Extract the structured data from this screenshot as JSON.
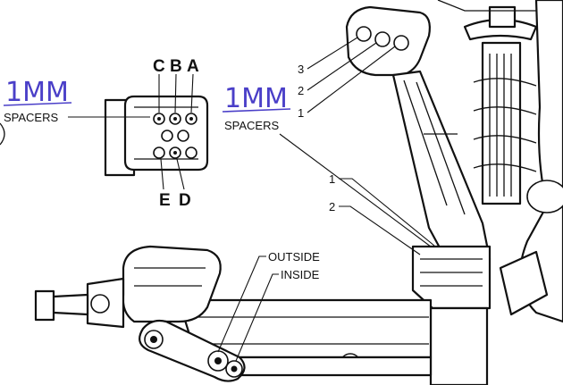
{
  "left_callout": {
    "handwritten_note": "1MM",
    "label": "SPACERS"
  },
  "right_callout": {
    "handwritten_note": "1MM",
    "label": "SPACERS"
  },
  "block_letters": {
    "top": [
      "C",
      "B",
      "A"
    ],
    "bottom": [
      "E",
      "D"
    ]
  },
  "arm_positions": [
    "3",
    "2",
    "1"
  ],
  "mount_positions": [
    "1",
    "2"
  ],
  "link_positions": {
    "outside": "OUTSIDE",
    "inside": "INSIDE"
  }
}
